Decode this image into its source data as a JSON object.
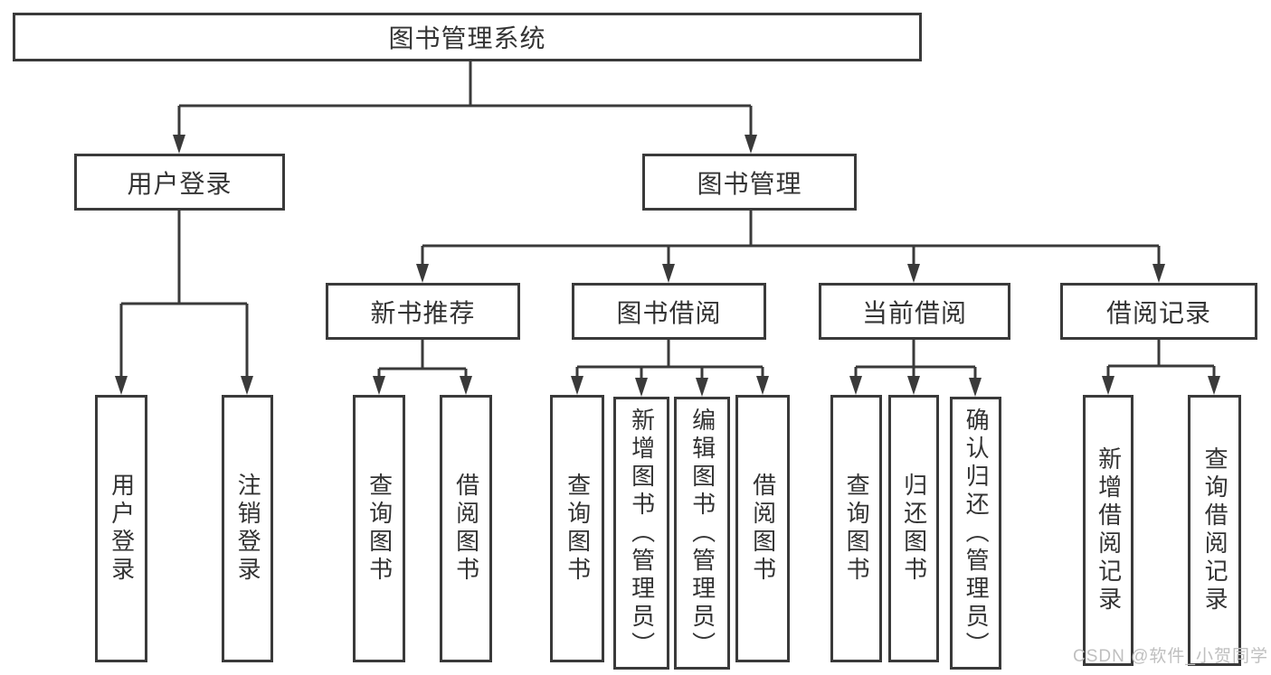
{
  "diagram_title": "图书管理系统",
  "nodes": {
    "root": "图书管理系统",
    "user_login": "用户登录",
    "book_mgmt": "图书管理",
    "new_book_rec": "新书推荐",
    "book_borrow": "图书借阅",
    "current_borrow": "当前借阅",
    "borrow_record": "借阅记录",
    "leaf_user_login": "用户登录",
    "leaf_logout": "注销登录",
    "leaf_rec_query": "查询图书",
    "leaf_rec_borrow": "借阅图书",
    "leaf_bb_query": "查询图书",
    "leaf_bb_add": "新增图书（管理员）",
    "leaf_bb_edit": "编辑图书（管理员）",
    "leaf_bb_borrow": "借阅图书",
    "leaf_cb_query": "查询图书",
    "leaf_cb_return": "归还图书",
    "leaf_cb_confirm": "确认归还（管理员）",
    "leaf_br_add": "新增借阅记录",
    "leaf_br_query": "查询借阅记录"
  },
  "watermark": "CSDN @软件_小贺同学",
  "colors": {
    "line": "#3a3a3a",
    "text": "#333333",
    "watermark": "#bfbfbf",
    "background": "#ffffff"
  }
}
